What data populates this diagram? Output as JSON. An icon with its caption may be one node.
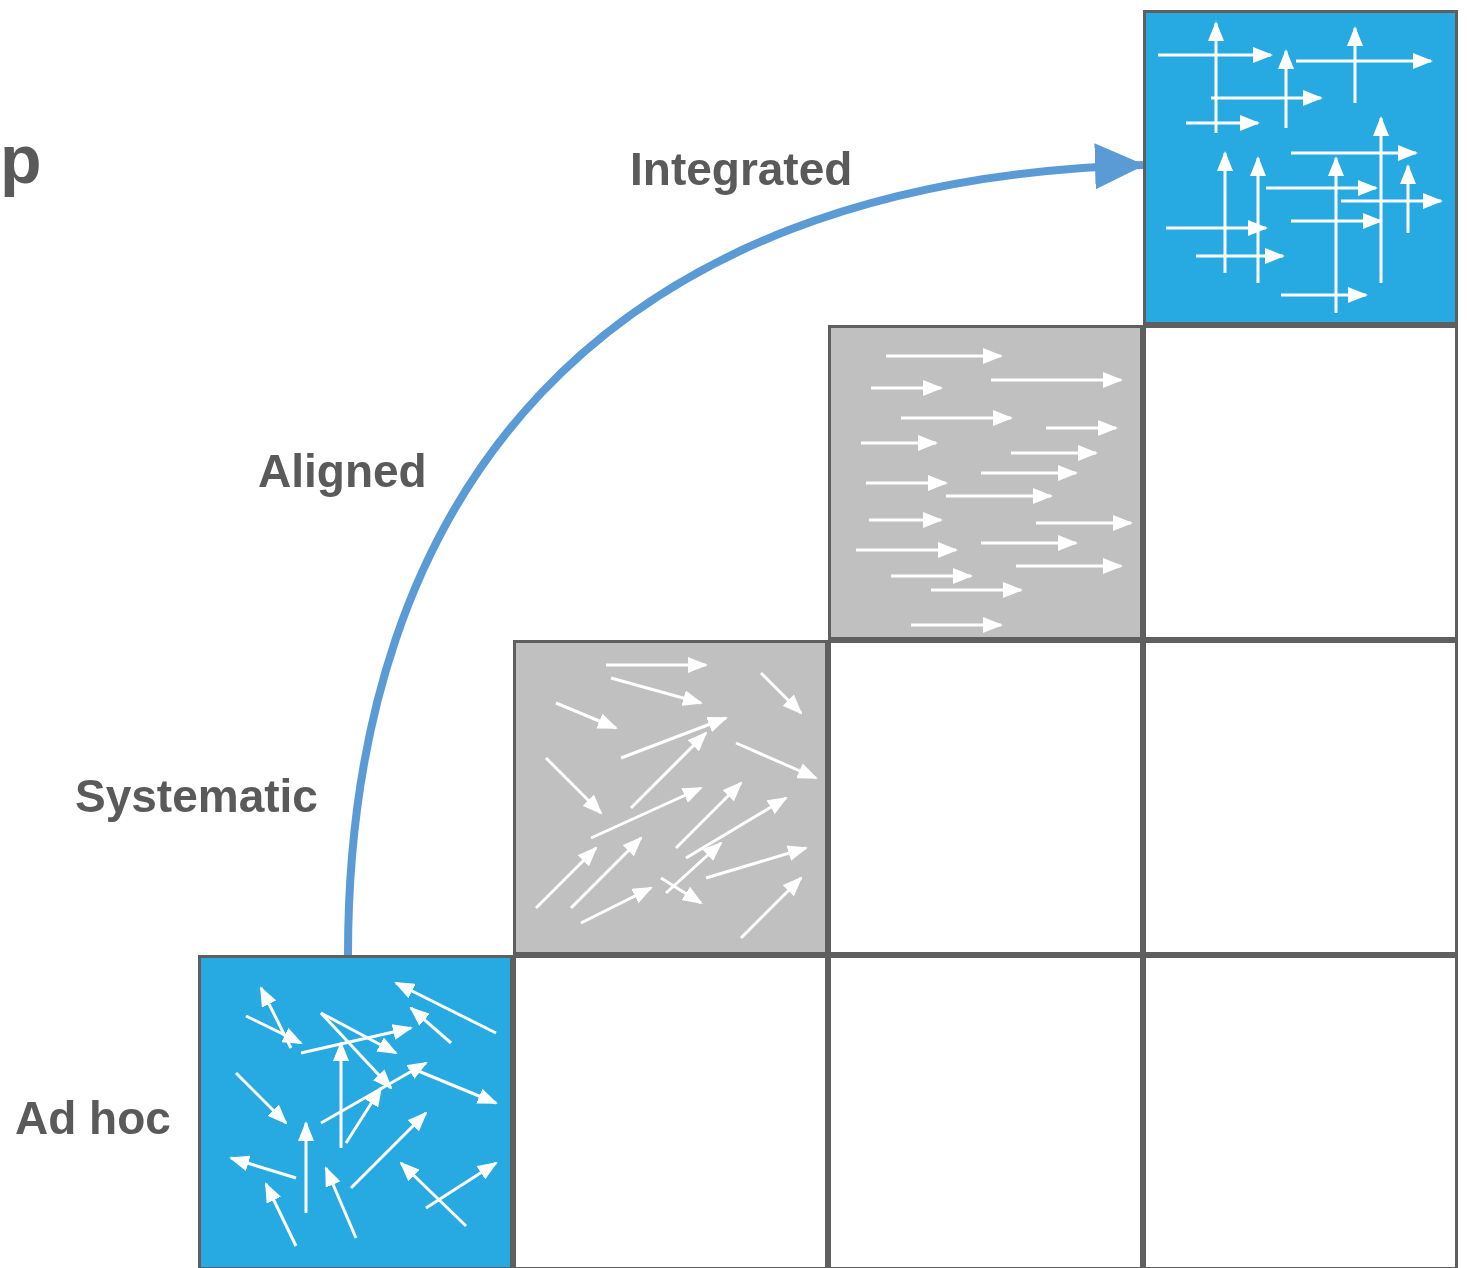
{
  "diagram": {
    "nodes": [
      {
        "text": [],
        "shape": "box"
      },
      {
        "text": [],
        "shape": "box"
      },
      {
        "text": [],
        "shape": "box"
      },
      {
        "text": [],
        "shape": "box"
      },
      {
        "text": [],
        "shape": "box"
      },
      {
        "text": [],
        "shape": "box"
      },
      {
        "text": [],
        "shape": "box",
        "beside": [
          "Ad hoc"
        ]
      },
      {
        "text": [],
        "shape": "box"
      },
      {
        "text": [],
        "shape": "box"
      },
      {
        "text": [],
        "shape": "box"
      }
    ],
    "edges": [
      {
        "from": 6,
        "to": 0,
        "arrow": "to"
      }
    ],
    "labels": [
      "p",
      "Integrated",
      "Aligned",
      "Systematic"
    ]
  }
}
